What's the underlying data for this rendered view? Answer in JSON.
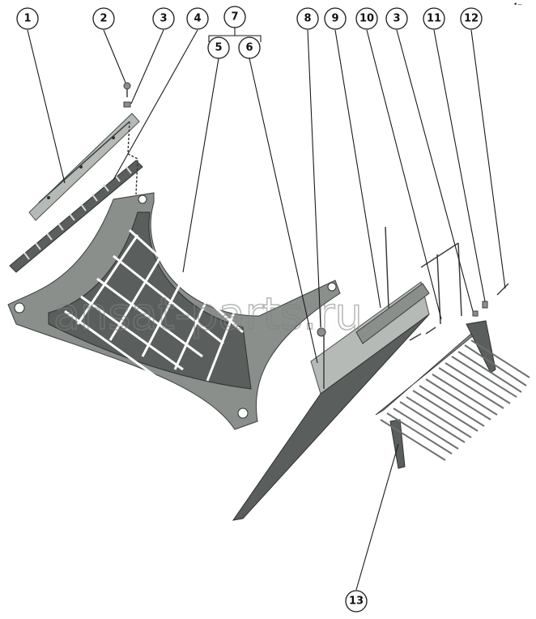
{
  "callouts": [
    {
      "id": "c1",
      "label": "1"
    },
    {
      "id": "c2",
      "label": "2"
    },
    {
      "id": "c3a",
      "label": "3"
    },
    {
      "id": "c4",
      "label": "4"
    },
    {
      "id": "c7",
      "label": "7"
    },
    {
      "id": "c5",
      "label": "5"
    },
    {
      "id": "c6",
      "label": "6"
    },
    {
      "id": "c8",
      "label": "8"
    },
    {
      "id": "c9",
      "label": "9"
    },
    {
      "id": "c10",
      "label": "10"
    },
    {
      "id": "c3b",
      "label": "3"
    },
    {
      "id": "c11",
      "label": "11"
    },
    {
      "id": "c12",
      "label": "12"
    },
    {
      "id": "c13",
      "label": "13"
    }
  ],
  "watermark": "ansat-parts.ru",
  "corner_mark": "•‒",
  "colors": {
    "ink": "#1a1a1a",
    "part_dark": "#5a5e5c",
    "part_mid": "#8a8f8c",
    "part_light": "#b6bab7"
  }
}
